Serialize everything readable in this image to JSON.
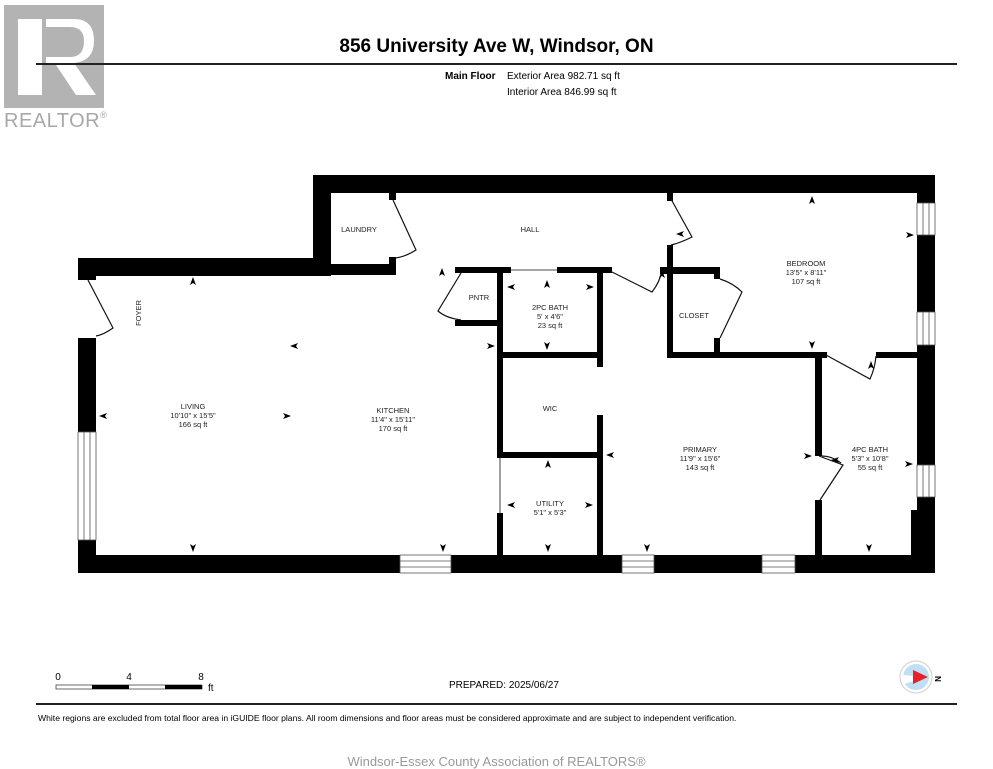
{
  "logo": {
    "brand": "REALTOR",
    "mark": "®"
  },
  "header": {
    "title": "856 University Ave W, Windsor, ON",
    "floor_label": "Main Floor",
    "exterior_area": "Exterior Area 982.71 sq ft",
    "interior_area": "Interior Area 846.99 sq ft"
  },
  "rooms": {
    "laundry": {
      "name": "LAUNDRY"
    },
    "hall": {
      "name": "HALL"
    },
    "foyer": {
      "name": "FOYER"
    },
    "pantry": {
      "name": "PNTR"
    },
    "bath2": {
      "name": "2PC BATH",
      "dims": "5' x 4'6\"",
      "area": "23 sq ft"
    },
    "closet": {
      "name": "CLOSET"
    },
    "bedroom": {
      "name": "BEDROOM",
      "dims": "13'5\" x 8'11\"",
      "area": "107 sq ft"
    },
    "living": {
      "name": "LIVING",
      "dims": "10'10\" x 15'5\"",
      "area": "166 sq ft"
    },
    "kitchen": {
      "name": "KITCHEN",
      "dims": "11'4\" x 15'11\"",
      "area": "170 sq ft"
    },
    "wic": {
      "name": "WIC"
    },
    "utility": {
      "name": "UTILITY",
      "dims": "5'1\" x 5'3\""
    },
    "primary": {
      "name": "PRIMARY",
      "dims": "11'9\" x 15'6\"",
      "area": "143 sq ft"
    },
    "bath4": {
      "name": "4PC BATH",
      "dims": "5'3\" x 10'8\"",
      "area": "55 sq ft"
    }
  },
  "scale_bar": {
    "ticks": [
      "0",
      "4",
      "8"
    ],
    "unit": "ft"
  },
  "prepared": "PREPARED: 2025/06/27",
  "compass": {
    "label": "N",
    "needle_color": "#e8202a",
    "ring_color": "#bfe0f2"
  },
  "disclaimer": "White regions are excluded from total floor area in iGUIDE floor plans. All room dimensions and floor areas must be considered approximate and are subject to independent verification.",
  "footer": "Windsor-Essex County Association of REALTORS®"
}
